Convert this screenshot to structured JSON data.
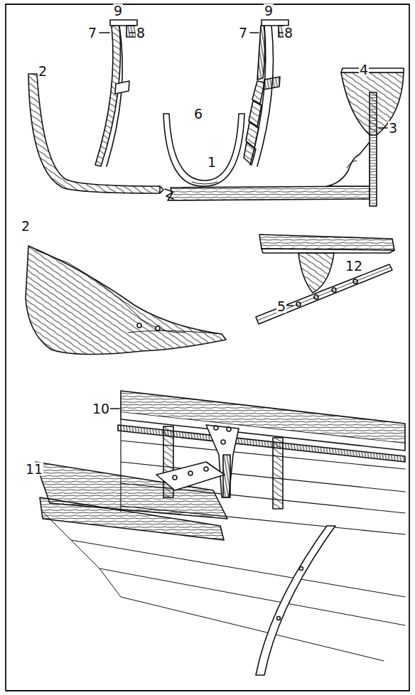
{
  "diagram": {
    "labels": [
      "9",
      "7",
      "8",
      "9",
      "7",
      "8",
      "2",
      "6",
      "4",
      "3",
      "1",
      "2",
      "12",
      "5",
      "10",
      "11"
    ]
  }
}
